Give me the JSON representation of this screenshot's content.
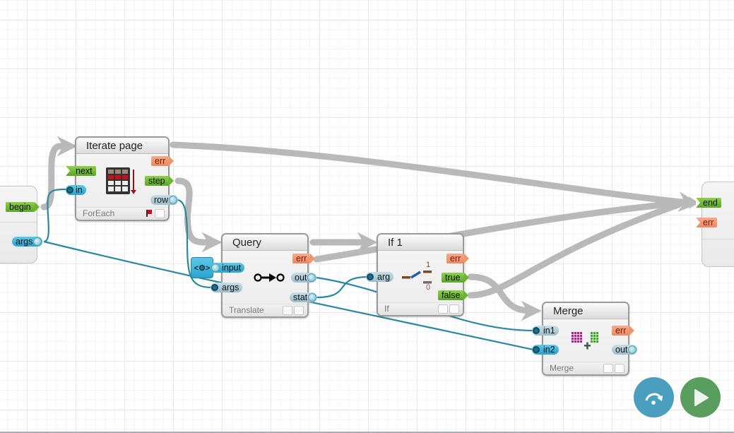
{
  "canvas": {
    "title": "Flow editor"
  },
  "start_node": {
    "ports": {
      "begin": "begin",
      "args": "args"
    }
  },
  "end_node": {
    "ports": {
      "end": "end",
      "err": "err"
    }
  },
  "nodes": {
    "iterate": {
      "title": "Iterate page",
      "type": "ForEach",
      "icon": "table-iterate-icon",
      "inputs": {
        "next": "next",
        "in": "in"
      },
      "outputs": {
        "err": "err",
        "step": "step",
        "row": "row"
      }
    },
    "query": {
      "title": "Query",
      "type": "Translate",
      "icon": "translate-arrow-icon",
      "badge_icon": "code-gear-icon",
      "inputs": {
        "input": "input",
        "args": "args"
      },
      "outputs": {
        "err": "err",
        "out": "out",
        "stat": "stat"
      }
    },
    "if": {
      "title": "If 1",
      "type": "If",
      "icon": "switch-icon",
      "icon_labels": {
        "one": "1",
        "zero": "0"
      },
      "inputs": {
        "arg": "arg"
      },
      "outputs": {
        "err": "err",
        "true": "true",
        "false": "false"
      }
    },
    "merge": {
      "title": "Merge",
      "type": "Merge",
      "icon": "merge-grids-icon",
      "inputs": {
        "in1": "in1",
        "in2": "in2"
      },
      "outputs": {
        "err": "err",
        "out": "out"
      }
    }
  },
  "controls": {
    "step_button_icon": "step-over-icon",
    "run_button_icon": "play-icon",
    "colors": {
      "step": "#4a9fbf",
      "run": "#5a9e5f"
    }
  },
  "colors": {
    "flow_wire": "#b9b9b9",
    "data_wire": "#2a8a9c",
    "green_port": "#6bb532",
    "orange_port": "#ee9570"
  }
}
